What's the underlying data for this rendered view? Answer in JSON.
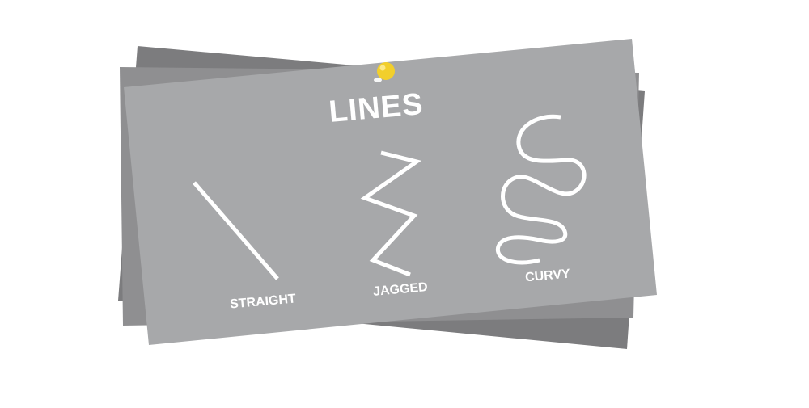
{
  "board": {
    "title": "LINES",
    "colors": {
      "card_back": "#7c7c7e",
      "card_mid": "#8f8f91",
      "card_front": "#a7a8aa",
      "stroke": "#ffffff",
      "pin": "#f2cf2c"
    },
    "line_types": [
      {
        "id": "straight",
        "label": "STRAIGHT",
        "icon": "straight-line-icon"
      },
      {
        "id": "jagged",
        "label": "JAGGED",
        "icon": "jagged-line-icon"
      },
      {
        "id": "curvy",
        "label": "CURVY",
        "icon": "curvy-line-icon"
      }
    ],
    "pin_icon": "pushpin-icon"
  }
}
